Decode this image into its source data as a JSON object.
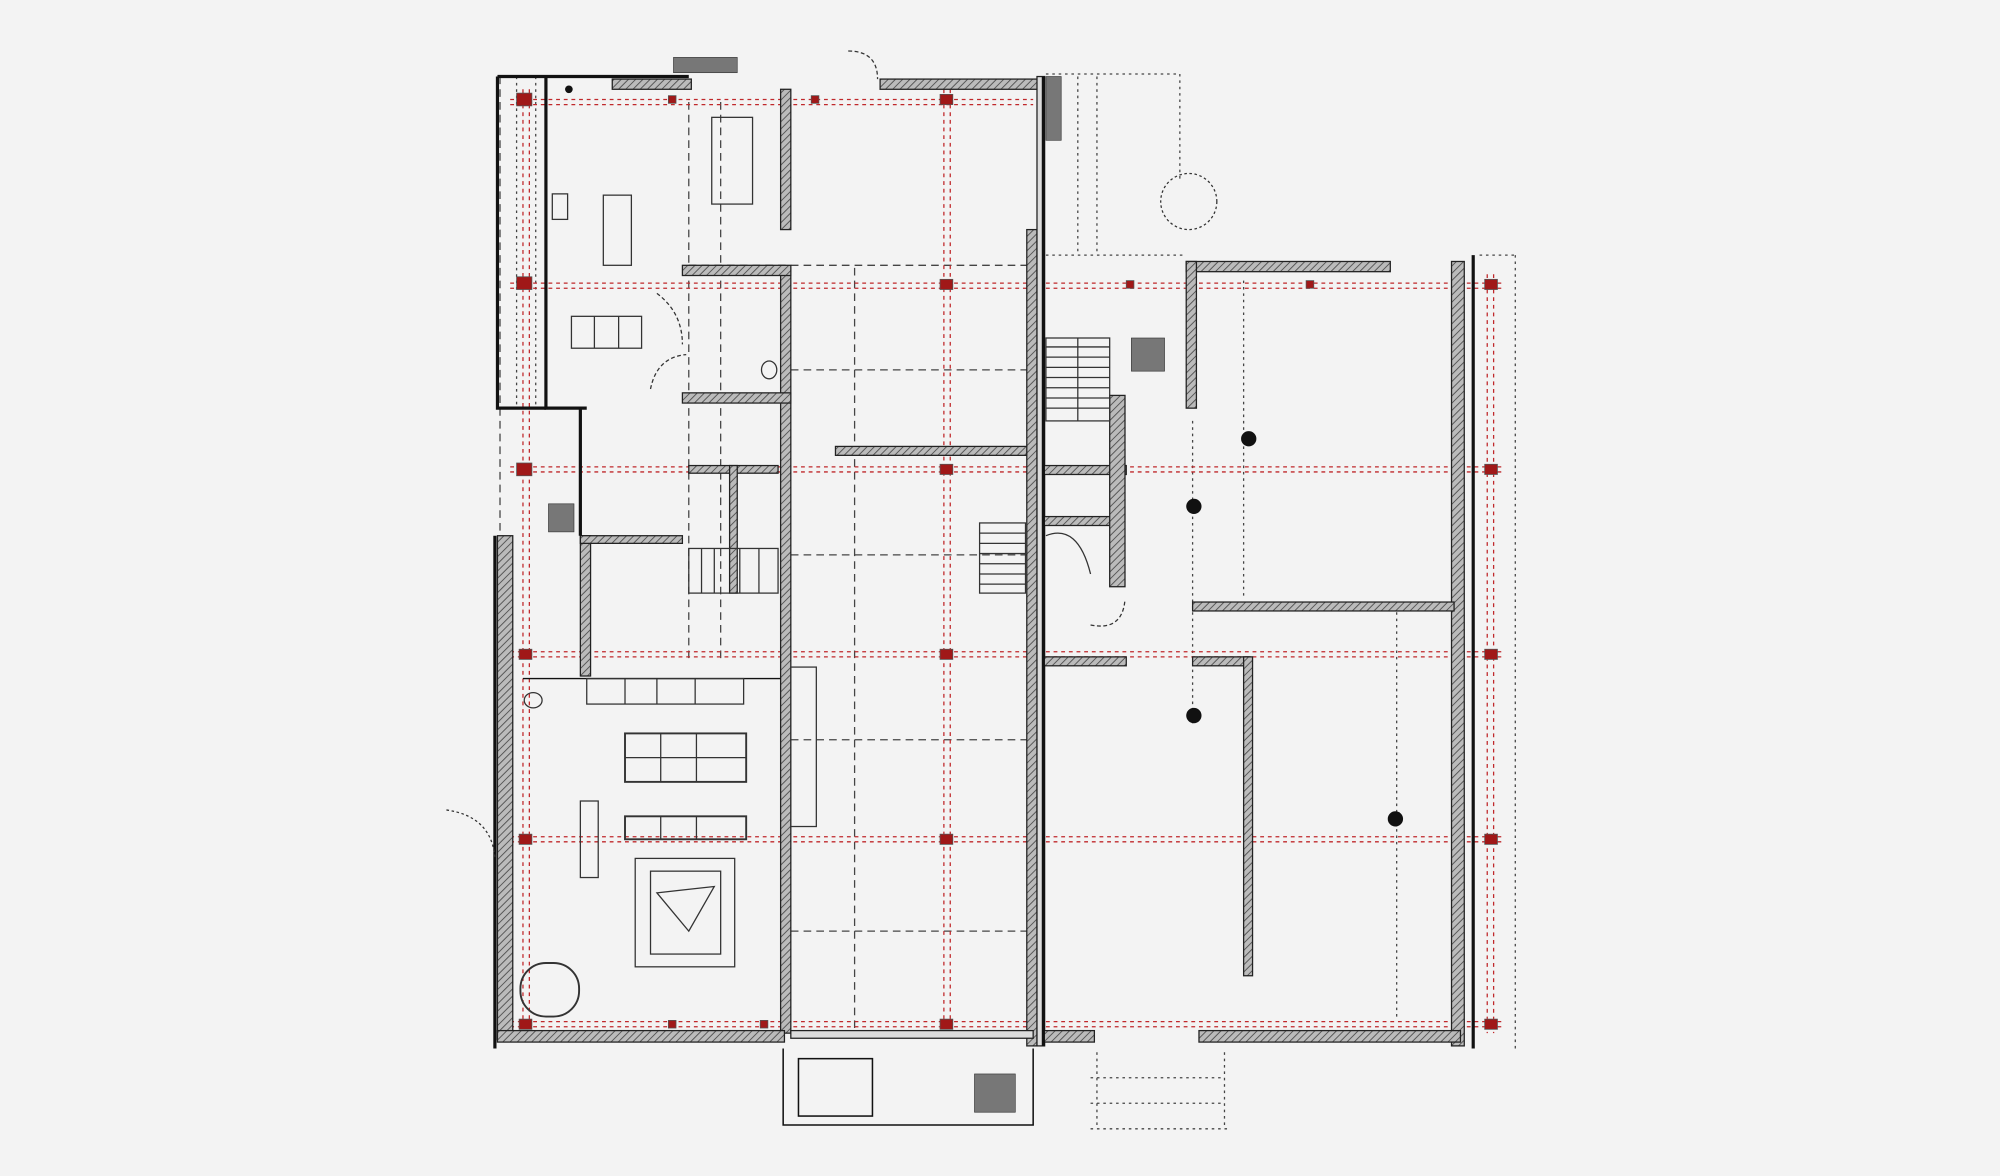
{
  "drawing": {
    "type": "architectural floor plan",
    "colors": {
      "background": "#f3f3f3",
      "wall": "#333333",
      "structural_grid": "#c0282b",
      "column_marker": "#a01818",
      "hatch": "#777777"
    },
    "icons": [
      "column-marker",
      "round-pillar",
      "door-swing",
      "stair",
      "bed",
      "bathtub",
      "toilet",
      "sink",
      "vent-grille"
    ]
  }
}
